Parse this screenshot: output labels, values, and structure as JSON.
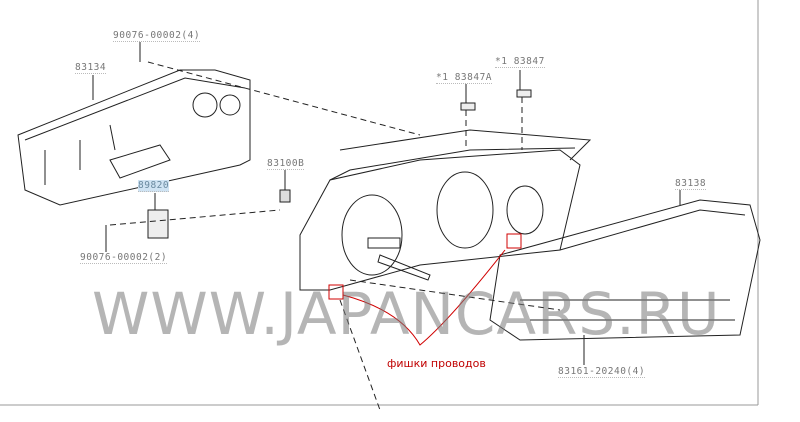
{
  "parts": {
    "screw_top": "90076-00002(4)",
    "cover": "83134",
    "part_83847a_prefix": "*1",
    "part_83847a": "83847A",
    "part_83847_prefix": "*1",
    "part_83847": "83847",
    "part_83100b": "83100B",
    "part_89820": "89820",
    "screw_bottom": "90076-00002(2)",
    "lens": "83138",
    "screw_right": "83161-20240(4)"
  },
  "annotation": {
    "text": "фишки проводов",
    "color": "#c00000"
  },
  "watermark": "WWW.JAPANCARS.RU"
}
